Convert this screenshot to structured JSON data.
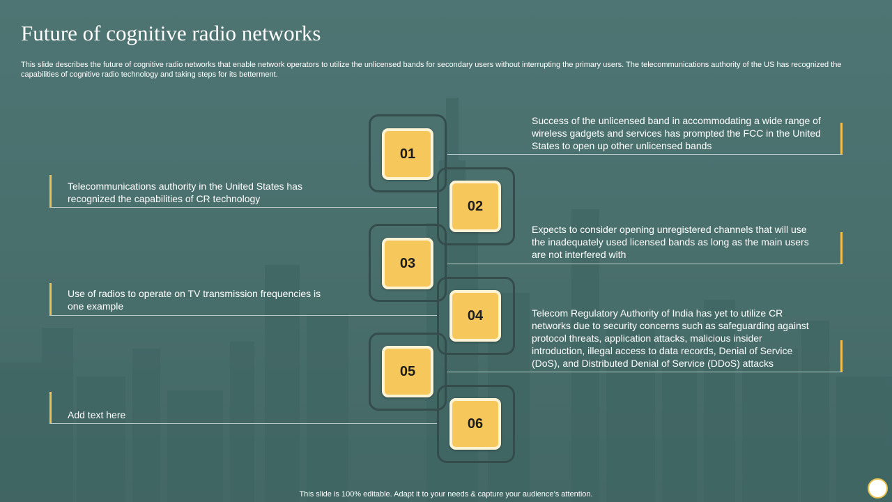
{
  "slide": {
    "title": "Future of cognitive radio networks",
    "subtitle": "This slide describes the future of cognitive radio networks that enable network operators to utilize the unlicensed bands for secondary users without interrupting the primary users. The telecommunications authority of the US has recognized the capabilities of cognitive radio technology and taking steps for its betterment.",
    "footer": "This slide is 100% editable. Adapt it to your needs & capture your audience’s attention."
  },
  "steps": [
    {
      "number": "01",
      "text": "Success of the unlicensed band in accommodating a wide range of wireless gadgets and services has prompted the FCC in the United States to open up other unlicensed bands"
    },
    {
      "number": "02",
      "text": "Telecommunications authority in the United States has recognized the capabilities of CR technology"
    },
    {
      "number": "03",
      "text": "Expects to consider opening unregistered channels that will use the inadequately used licensed bands as long as the main users are not interfered with"
    },
    {
      "number": "04",
      "text": "Use of radios to operate on TV transmission frequencies is one example"
    },
    {
      "number": "05",
      "text": "Telecom Regulatory Authority of India has yet to utilize CR networks due to security concerns such as safeguarding against protocol threats, application attacks, malicious insider introduction, illegal access to data records, Denial of Service (DoS), and Distributed Denial of Service (DDoS) attacks"
    },
    {
      "number": "06",
      "text": "Add text here"
    }
  ],
  "colors": {
    "background": "#4a706e",
    "accent": "#f6c75a",
    "frame": "#344c4c"
  }
}
